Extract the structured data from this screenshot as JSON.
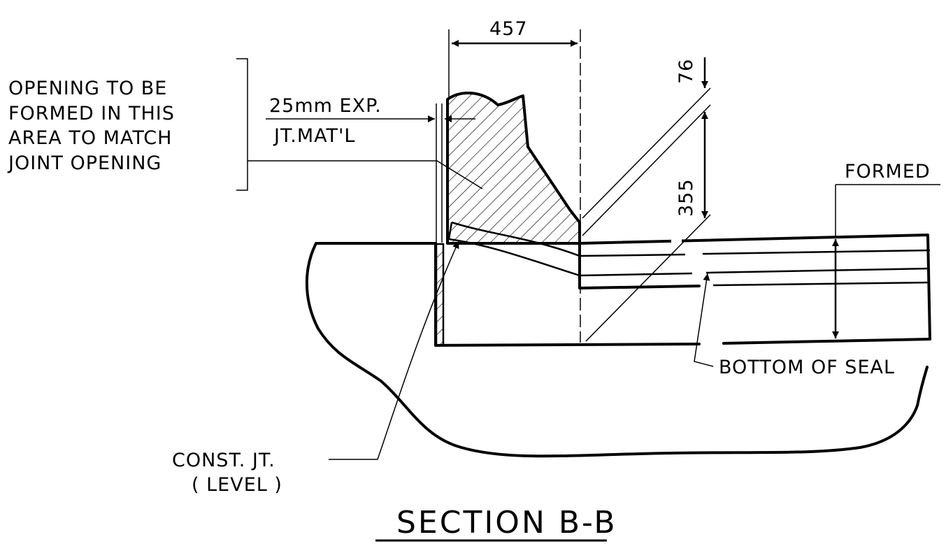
{
  "title": "SECTION B-B",
  "dimensions": {
    "width_457": "457",
    "top_76": "76",
    "depth_355": "355"
  },
  "labels": {
    "opening_note": [
      "OPENING TO BE",
      "FORMED IN THIS",
      "AREA TO MATCH",
      "JOINT OPENING"
    ],
    "exp_joint": [
      "25mm EXP.",
      "JT.MAT'L"
    ],
    "formed": "FORMED",
    "bottom_of_seal": "BOTTOM OF SEAL",
    "const_joint": [
      "CONST. JT.",
      "( LEVEL )"
    ]
  }
}
